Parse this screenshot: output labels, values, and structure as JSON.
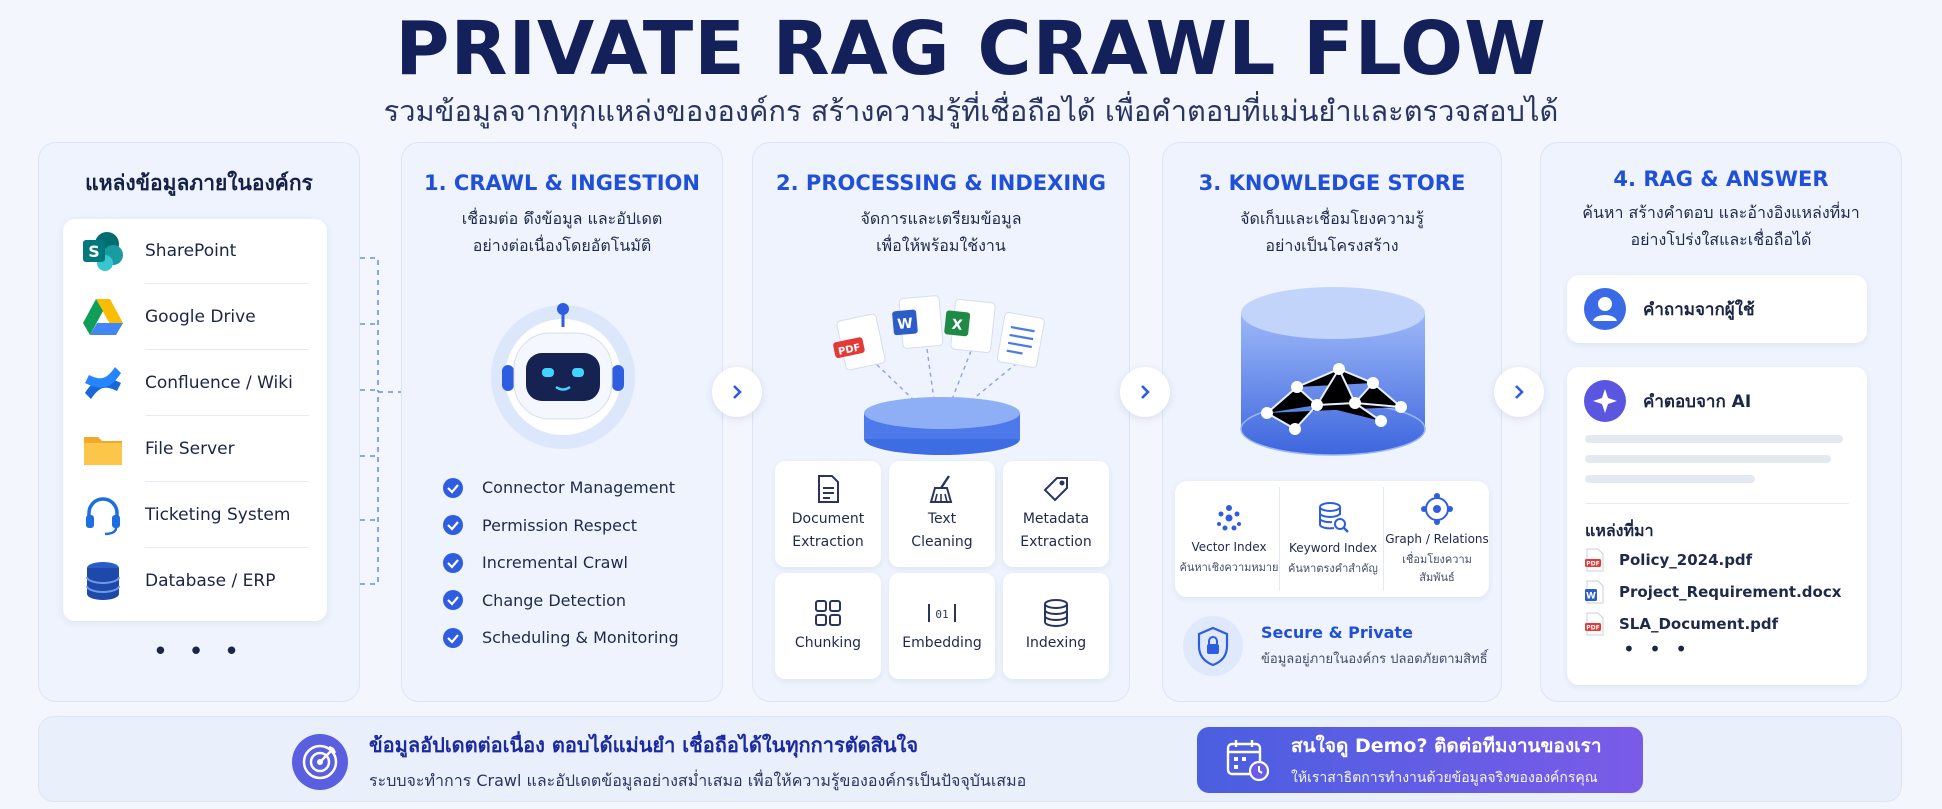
{
  "header": {
    "title": "PRIVATE RAG CRAWL FLOW",
    "subtitle": "รวมข้อมูลจากทุกแหล่งขององค์กร  สร้างความรู้ที่เชื่อถือได้  เพื่อคำตอบที่แม่นยำและตรวจสอบได้"
  },
  "sources": {
    "title": "แหล่งข้อมูลภายในองค์กร",
    "items": [
      {
        "label": "SharePoint",
        "icon": "sharepoint-icon"
      },
      {
        "label": "Google Drive",
        "icon": "google-drive-icon"
      },
      {
        "label": "Confluence / Wiki",
        "icon": "confluence-icon"
      },
      {
        "label": "File Server",
        "icon": "folder-icon"
      },
      {
        "label": "Ticketing System",
        "icon": "headset-icon"
      },
      {
        "label": "Database / ERP",
        "icon": "database-icon"
      }
    ],
    "more": "• • •"
  },
  "crawl": {
    "title": "1. CRAWL & INGESTION",
    "desc_line1": "เชื่อมต่อ ดึงข้อมูล และอัปเดต",
    "desc_line2": "อย่างต่อเนื่องโดยอัตโนมัติ",
    "checks": [
      "Connector Management",
      "Permission Respect",
      "Incremental Crawl",
      "Change Detection",
      "Scheduling & Monitoring"
    ]
  },
  "processing": {
    "title": "2. PROCESSING & INDEXING",
    "desc_line1": "จัดการและเตรียมข้อมูล",
    "desc_line2": "เพื่อให้พร้อมใช้งาน",
    "doc_labels": {
      "pdf": "PDF",
      "word": "W",
      "excel": "X"
    },
    "tiles": [
      {
        "l1": "Document",
        "l2": "Extraction"
      },
      {
        "l1": "Text",
        "l2": "Cleaning"
      },
      {
        "l1": "Metadata",
        "l2": "Extraction"
      },
      {
        "l1": "Chunking",
        "l2": ""
      },
      {
        "l1": "Embedding",
        "l2": ""
      },
      {
        "l1": "Indexing",
        "l2": ""
      }
    ]
  },
  "store": {
    "title": "3. KNOWLEDGE STORE",
    "desc_line1": "จัดเก็บและเชื่อมโยงความรู้",
    "desc_line2": "อย่างเป็นโครงสร้าง",
    "indexes": [
      {
        "a": "Vector Index",
        "b": "ค้นหาเชิงความหมาย"
      },
      {
        "a": "Keyword Index",
        "b": "ค้นหาตรงคำสำคัญ"
      },
      {
        "a": "Graph / Relations",
        "b": "เชื่อมโยงความสัมพันธ์"
      }
    ],
    "secure_title": "Secure & Private",
    "secure_desc": "ข้อมูลอยู่ภายในองค์กร ปลอดภัยตามสิทธิ์"
  },
  "rag": {
    "title": "4. RAG & ANSWER",
    "desc_line1": "ค้นหา สร้างคำตอบ และอ้างอิงแหล่งที่มา",
    "desc_line2": "อย่างโปร่งใสและเชื่อถือได้",
    "question": "คำถามจากผู้ใช้",
    "answer": "คำตอบจาก AI",
    "sources_title": "แหล่งที่มา",
    "files": [
      "Policy_2024.pdf",
      "Project_Requirement.docx",
      "SLA_Document.pdf"
    ],
    "file_badges": [
      "PDF",
      "W",
      "PDF"
    ],
    "more": "• • •"
  },
  "footer": {
    "msg_title": "ข้อมูลอัปเดตต่อเนื่อง ตอบได้แม่นยำ เชื่อถือได้ในทุกการตัดสินใจ",
    "msg_desc": "ระบบจะทำการ Crawl และอัปเดตข้อมูลอย่างสม่ำเสมอ เพื่อให้ความรู้ขององค์กรเป็นปัจจุบันเสมอ",
    "demo_title": "สนใจดู Demo? ติดต่อทีมงานของเรา",
    "demo_desc": "ให้เราสาธิตการทำงานด้วยข้อมูลจริงขององค์กรคุณ"
  },
  "colors": {
    "accent": "#2150d8",
    "title": "#14205a",
    "demo_from": "#4a5fe0",
    "demo_to": "#7a5be8"
  }
}
